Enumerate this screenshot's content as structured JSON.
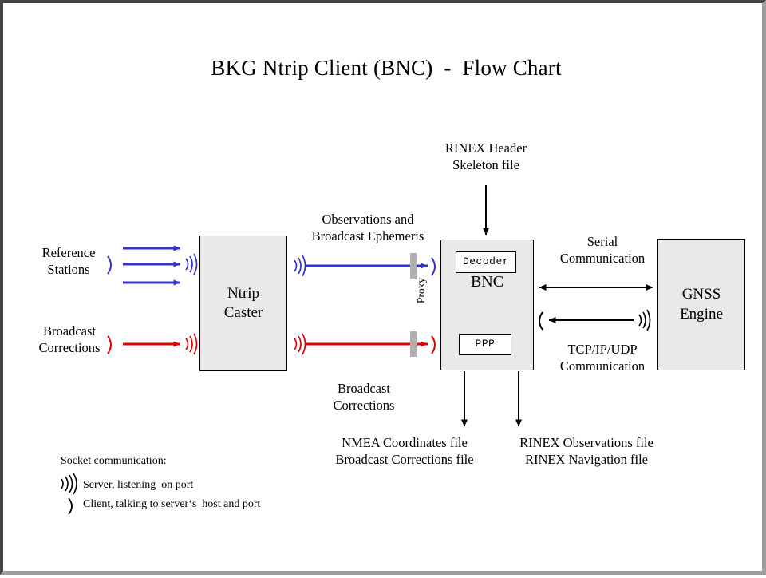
{
  "page": {
    "title": "BKG Ntrip Client (BNC)  -  Flow Chart",
    "background": "#ffffff",
    "frame_color_dark": "#454545",
    "frame_color_light": "#9c9c9c"
  },
  "colors": {
    "blue_stream": "#3333cc",
    "red_stream": "#dd0000",
    "node_fill": "#e9e9e9",
    "node_border": "#000000",
    "proxy_bar": "#b0b0b0",
    "arrow_black": "#000000"
  },
  "nodes": {
    "caster": {
      "line1": "Ntrip",
      "line2": "Caster"
    },
    "bnc": {
      "title": "BNC",
      "decoder": "Decoder",
      "ppp": "PPP"
    },
    "gnss": {
      "line1": "GNSS",
      "line2": "Engine"
    }
  },
  "labels": {
    "reference_stations": "Reference\nStations",
    "broadcast_corrections_left": "Broadcast\nCorrections",
    "observations_ephemeris": "Observations and\nBroadcast Ephemeris",
    "broadcast_corrections_mid": "Broadcast\nCorrections",
    "rinex_header_skeleton": "RINEX Header\nSkeleton file",
    "serial_communication": "Serial\nCommunication",
    "tcpip_communication": "TCP/IP/UDP\nCommunication",
    "proxy": "Proxy",
    "output_left": "NMEA Coordinates file\nBroadcast Corrections file",
    "output_right": "RINEX Observations file\nRINEX Navigation file"
  },
  "legend": {
    "heading": "Socket communication:",
    "server_icon": "server-listening-icon",
    "server_text": "Server, listening  on port",
    "client_icon": "client-talking-icon",
    "client_text": "Client, talking to server‘s  host and port"
  },
  "connections": {
    "reference_to_caster": {
      "count": 3,
      "color": "#3333cc",
      "direction": "right"
    },
    "broadcast_to_caster": {
      "count": 1,
      "color": "#dd0000",
      "direction": "right"
    },
    "caster_to_bnc_obs": {
      "color": "#3333cc",
      "direction": "right",
      "through": "Proxy"
    },
    "caster_to_bnc_corr": {
      "color": "#dd0000",
      "direction": "right",
      "through": "Proxy"
    },
    "rinex_header_to_bnc": {
      "color": "#000000",
      "direction": "down"
    },
    "bnc_gnss_serial": {
      "color": "#000000",
      "direction": "both"
    },
    "gnss_to_bnc_tcpip": {
      "color": "#000000",
      "direction": "left"
    },
    "bnc_outputs": {
      "count": 2,
      "color": "#000000",
      "direction": "down"
    }
  }
}
